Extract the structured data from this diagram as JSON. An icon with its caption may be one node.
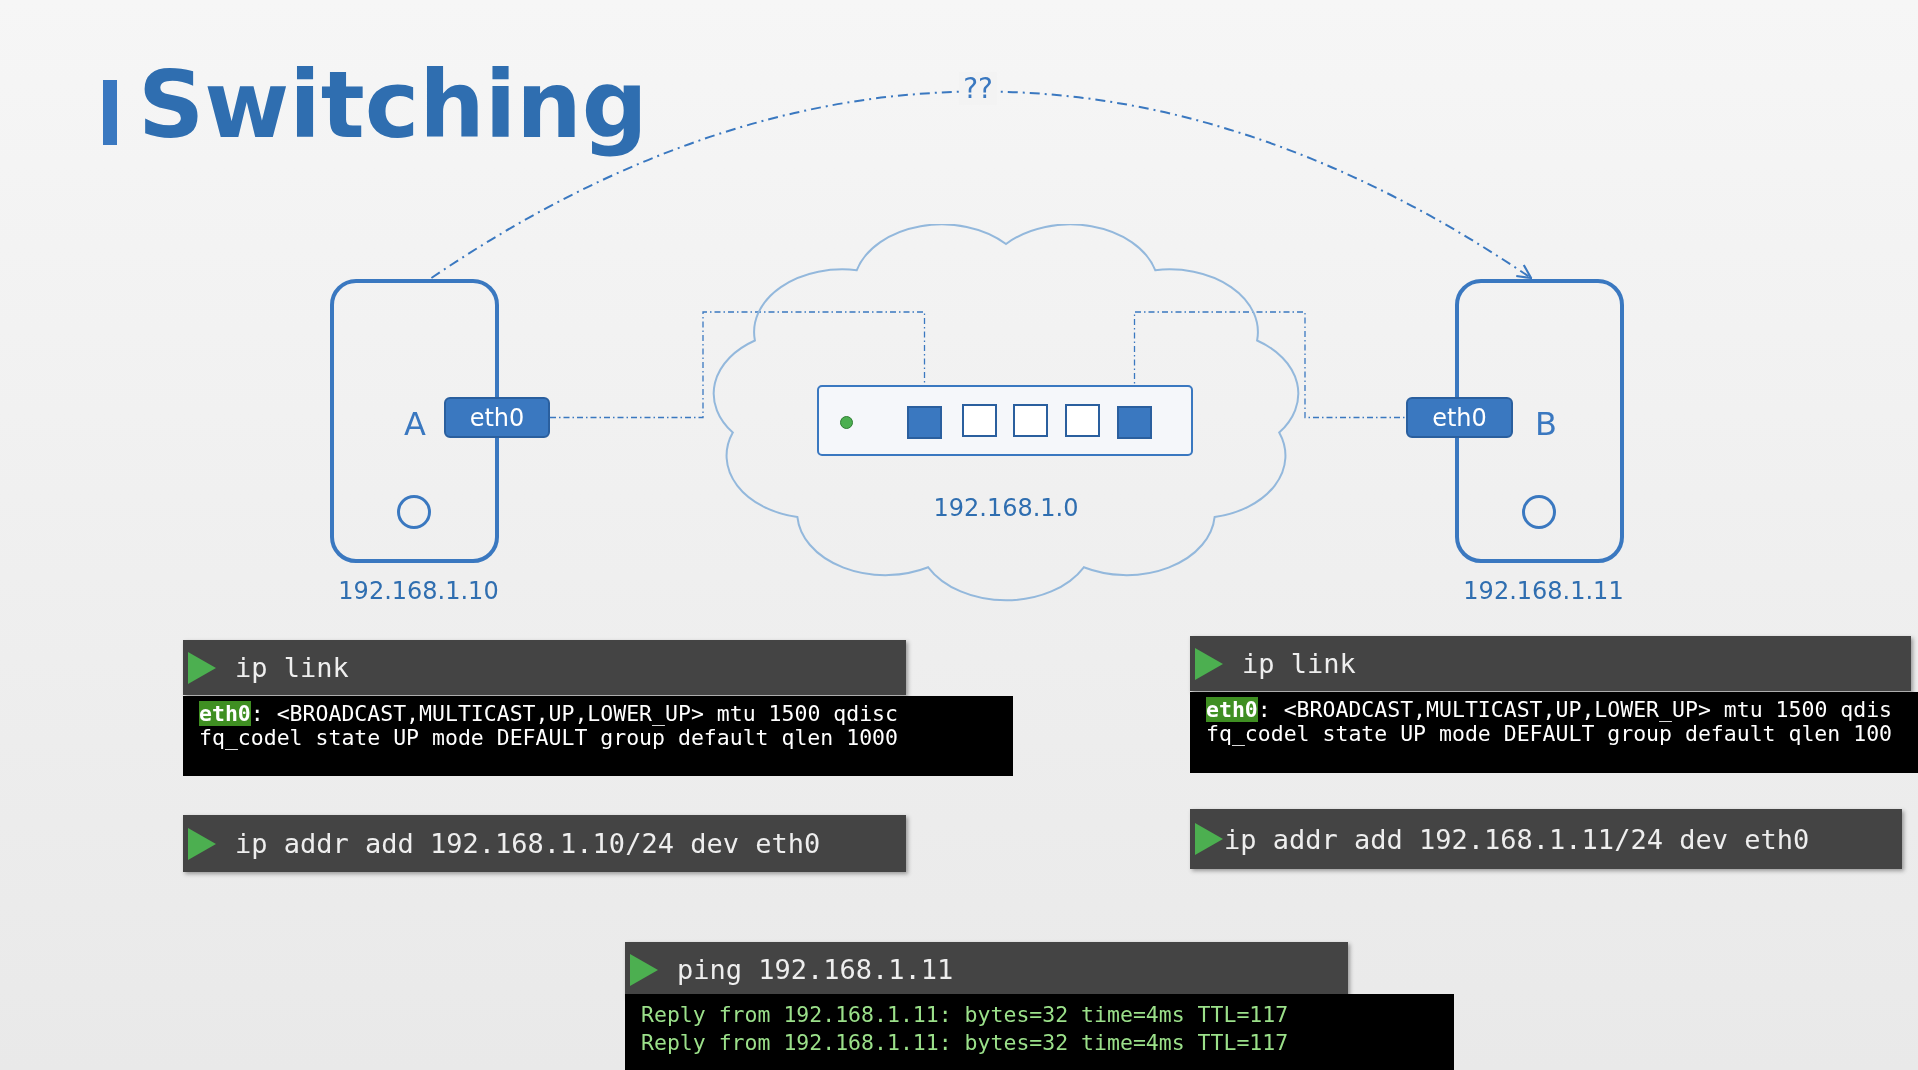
{
  "diagram": {
    "title": "Switching",
    "nodes": [
      {
        "text": [
          "A"
        ],
        "beside": [
          "192.168.1.10"
        ]
      },
      {
        "text": [
          "eth0"
        ]
      },
      {
        "text": [
          "B"
        ],
        "beside": [
          "192.168.1.11"
        ]
      },
      {
        "text": [
          "eth0"
        ]
      },
      {
        "text": [
          "192.168.1.0"
        ]
      },
      {
        "text": [],
        "shape": "box",
        "in": 4
      },
      {
        "text": [],
        "shape": "box",
        "in": 5
      },
      {
        "text": [],
        "shape": "box",
        "in": 5
      },
      {
        "text": [
          "ip link"
        ]
      },
      {
        "text": [
          "**eth0**: <BROADCAST,MULTICAST,UP,LOWER_UP> mtu 1500 qdisc fq_codel state UP mode DEFAULT group default qlen 1000"
        ]
      },
      {
        "text": [
          "ip link"
        ]
      },
      {
        "text": [
          "**eth0**: <BROADCAST,MULTICAST,UP,LOWER_UP> mtu 1500 qdis fq_codel state UP mode DEFAULT group default qlen 100"
        ]
      },
      {
        "text": [
          "ip addr add 192.168.1.10/24 dev eth0"
        ]
      },
      {
        "text": [
          "ip addr add 192.168.1.11/24 dev eth0"
        ]
      },
      {
        "text": [
          "ping 192.168.1.11"
        ]
      },
      {
        "text": [
          "Reply from 192.168.1.11: bytes=32 time=4ms TTL=117",
          "Reply from 192.168.1.11: bytes=32 time=4ms TTL=117"
        ]
      }
    ],
    "edges": [
      {
        "from": 1,
        "to": 6,
        "arrow": "none",
        "style": "dashed"
      },
      {
        "from": 7,
        "to": 3,
        "arrow": "none",
        "style": "dashed"
      },
      {
        "from": 0,
        "to": 2,
        "arrow": "to",
        "style": "dashed",
        "label": "??"
      }
    ]
  }
}
